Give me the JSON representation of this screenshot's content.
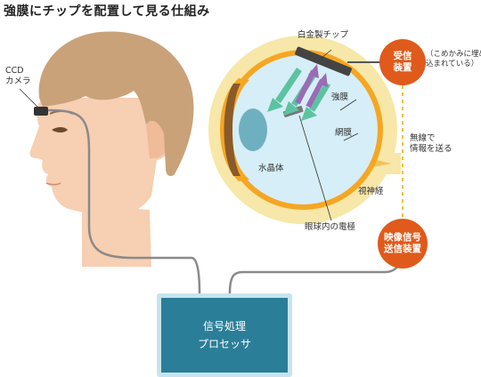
{
  "title": "強膜にチップを配置して見る仕組み",
  "camera_label": [
    "CCD",
    "カメラ"
  ],
  "chip_label": "白金製チップ",
  "receiver_label": [
    "受信",
    "装置"
  ],
  "receiver_note": [
    "（こめかみに埋め",
    "込まれている）"
  ],
  "sclera_label": "強膜",
  "retina_label": "網膜",
  "lens_label": "水晶体",
  "optic_nerve_label": "視神経",
  "electrode_label": "眼球内の電極",
  "wireless_label": [
    "無線で",
    "情報を送る"
  ],
  "transmitter_label": [
    "映像信号",
    "送信装置"
  ],
  "processor_label": [
    "信号処理",
    "プロセッサ"
  ],
  "colors": {
    "accent": "#e05a1b",
    "processor": "#2b7e98",
    "processor_border": "#c7e4ee",
    "skin": "#f7cfb2",
    "hair": "#c9a27a",
    "eye_outer": "#f7e7a8",
    "sclera_ring": "#f5a623",
    "eyeball": "#d6eef7",
    "lens": "#6fb0c0",
    "arrow_green": "#5cc3a0",
    "arrow_purple": "#9b6bb5",
    "wireless_dash": "#f0c040"
  }
}
